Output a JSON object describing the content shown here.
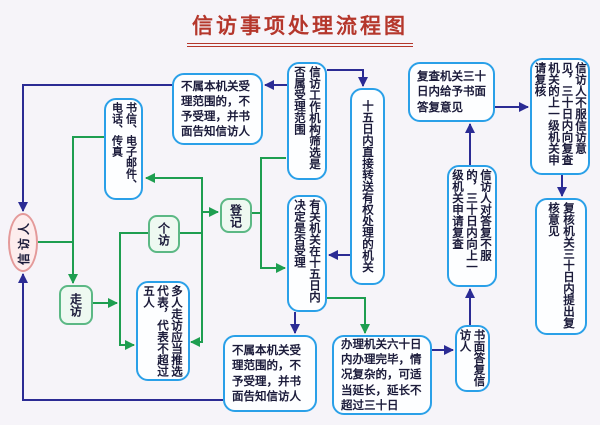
{
  "title": "信访事项处理流程图",
  "colors": {
    "title_red": "#b5372c",
    "arrow_green": "#1e9e50",
    "arrow_navy": "#2b2b94",
    "box_blue_border": "#2aa0e8",
    "box_green_border": "#5cb885",
    "oval_pink_border": "#e49a9a",
    "background": "#f6f4f9"
  },
  "nodes": {
    "petitioner": {
      "label": "信访人"
    },
    "channels": {
      "label": "书信、电子邮件、电话、传真"
    },
    "individual_visit": {
      "label": "个访"
    },
    "walk_in_visit": {
      "label": "走访"
    },
    "register": {
      "label": "登记"
    },
    "group_visit_rule": {
      "label": "多人走访应当推选代表，代表不超过五人"
    },
    "not_accepted_top": {
      "label": "不属本机关受理范围的，不予受理，并书面告知信访人"
    },
    "screening": {
      "label": "信访工作机构筛选是否属受理范围"
    },
    "transfer_15_days": {
      "label": "十五日内直接转送有权处理的机关"
    },
    "decide_15_days": {
      "label": "有关机关在十五日内决定是否受理"
    },
    "not_accepted_bottom": {
      "label": "不属本机关受理范围的，不予受理，并书面告知信访人"
    },
    "handle_60_days": {
      "label": "办理机关六十日内办理完毕，情况复杂的，可适当延长，延长不超过三十日"
    },
    "written_reply": {
      "label": "书面答复信访人"
    },
    "review_request": {
      "label": "信访人对答复不服的，三十日内向上一级机关申请复查"
    },
    "review_reply": {
      "label": "复查机关三十日内给予书面答复意见"
    },
    "recheck_request": {
      "label": "信访人不服信访意见，三十日内向复查机关的上一级机关申请复核"
    },
    "recheck_opinion": {
      "label": "复核机关三十日内提出复核意见"
    }
  }
}
